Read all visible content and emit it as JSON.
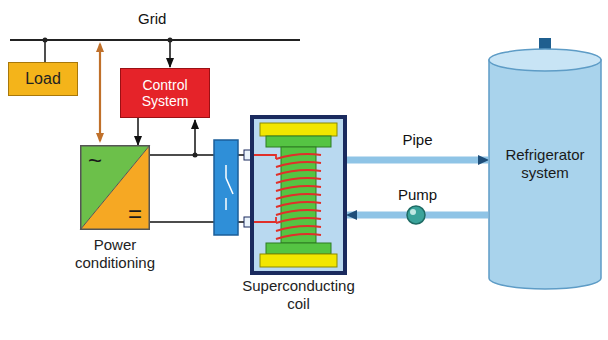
{
  "diagram": {
    "nodes": [
      {
        "text": [
          "Load"
        ]
      },
      {
        "text": [
          "Control System"
        ]
      },
      {
        "text": [
          "~",
          "=",
          "Power conditioning"
        ]
      },
      {
        "text": [
          "Superconducting coil"
        ]
      },
      {
        "text": [
          "Refrigerator system"
        ]
      }
    ],
    "edges": [
      {
        "from": 1,
        "to": 2,
        "arrow": "to"
      },
      {
        "from": 2,
        "to": 3,
        "arrow": "none"
      },
      {
        "from": 2,
        "to": 3,
        "arrow": "none"
      },
      {
        "from": 3,
        "to": 4,
        "label": "Pipe",
        "arrow": "to"
      },
      {
        "from": 4,
        "to": 3,
        "label": "Pump",
        "arrow": "to"
      }
    ],
    "labels": [
      "Grid"
    ]
  }
}
